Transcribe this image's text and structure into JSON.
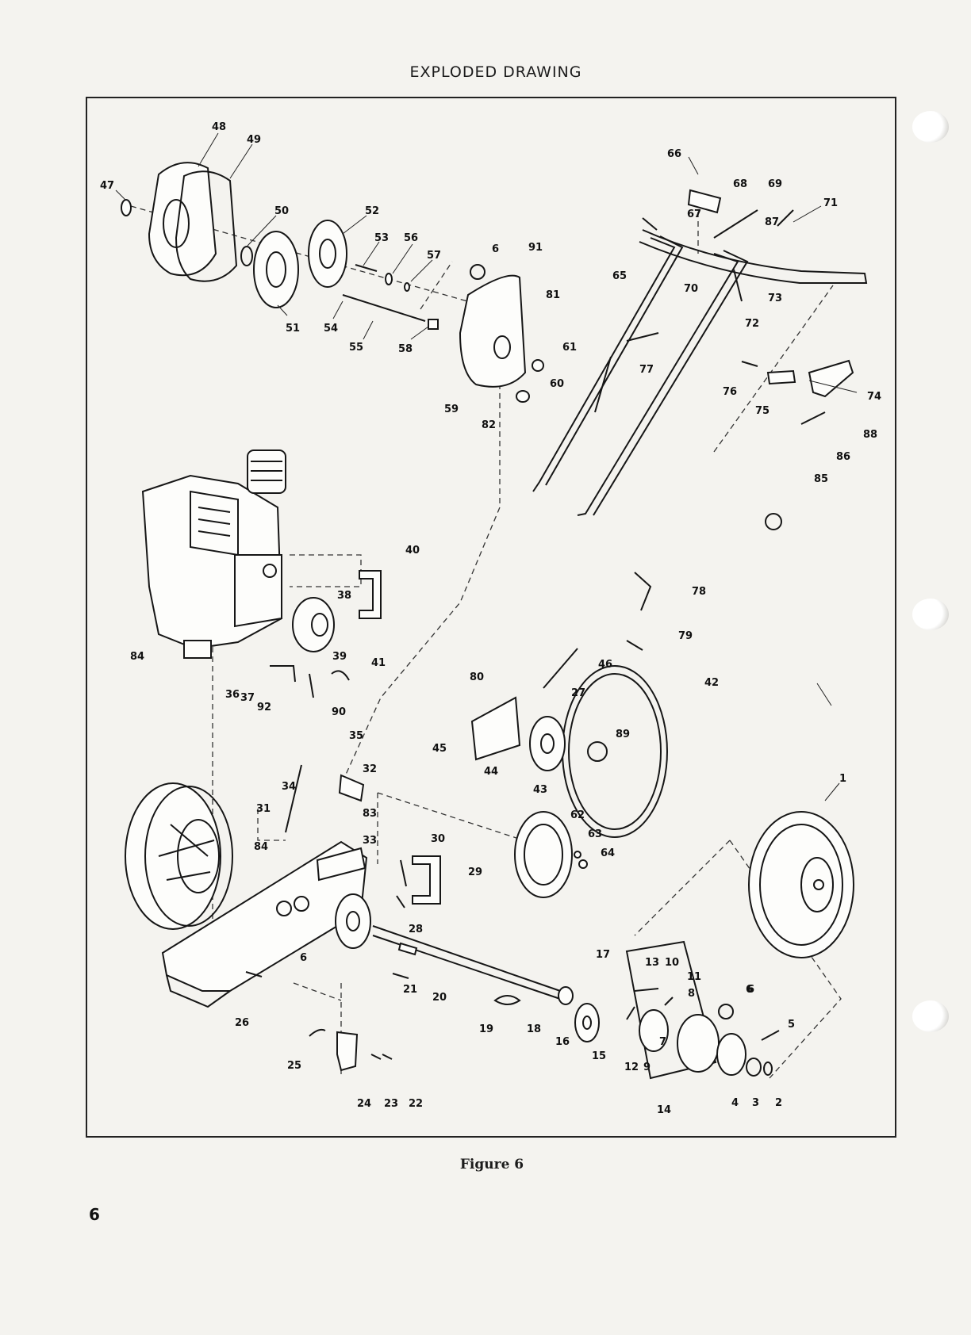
{
  "page": {
    "title": "EXPLODED DRAWING",
    "caption": "Figure 6",
    "page_number": "6"
  },
  "part_labels": [
    "1",
    "2",
    "3",
    "4",
    "5",
    "6",
    "7",
    "8",
    "9",
    "10",
    "11",
    "12",
    "13",
    "14",
    "15",
    "16",
    "17",
    "18",
    "19",
    "20",
    "21",
    "22",
    "23",
    "24",
    "25",
    "26",
    "27",
    "28",
    "29",
    "30",
    "31",
    "32",
    "33",
    "34",
    "35",
    "36",
    "37",
    "38",
    "39",
    "40",
    "41",
    "42",
    "43",
    "44",
    "45",
    "46",
    "47",
    "48",
    "49",
    "50",
    "51",
    "52",
    "53",
    "54",
    "55",
    "56",
    "57",
    "58",
    "59",
    "60",
    "61",
    "62",
    "63",
    "64",
    "65",
    "66",
    "67",
    "68",
    "69",
    "70",
    "71",
    "72",
    "73",
    "74",
    "75",
    "76",
    "77",
    "78",
    "79",
    "80",
    "81",
    "82",
    "83",
    "84",
    "85",
    "86",
    "87",
    "88",
    "89",
    "90",
    "91",
    "92"
  ],
  "part_labels_repeated": [
    "6",
    "6",
    "6",
    "84"
  ]
}
